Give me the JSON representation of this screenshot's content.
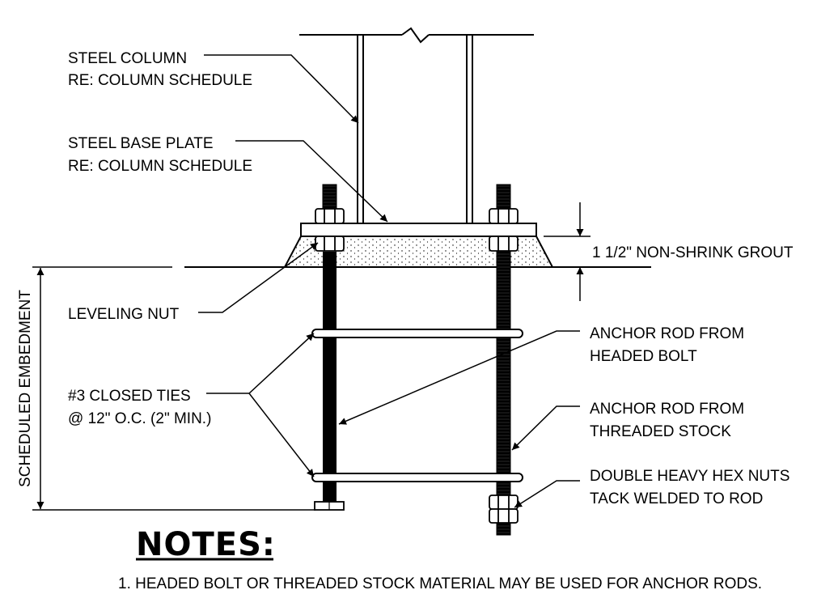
{
  "labels": {
    "steel_column": [
      "STEEL COLUMN",
      "RE: COLUMN SCHEDULE"
    ],
    "base_plate": [
      "STEEL BASE PLATE",
      "RE: COLUMN SCHEDULE"
    ],
    "grout": "1 1/2\" NON-SHRINK GROUT",
    "leveling_nut": "LEVELING NUT",
    "embedment": "SCHEDULED EMBEDMENT",
    "closed_ties": [
      "#3 CLOSED TIES",
      "@ 12\" O.C. (2\" MIN.)"
    ],
    "anchor_headed": [
      "ANCHOR ROD FROM",
      "HEADED BOLT"
    ],
    "anchor_threaded": [
      "ANCHOR ROD FROM",
      "THREADED STOCK"
    ],
    "hex_nuts": [
      "DOUBLE HEAVY HEX NUTS",
      "TACK WELDED TO ROD"
    ]
  },
  "notes": {
    "title": "NOTES:",
    "items": [
      "1.  HEADED BOLT  OR THREADED STOCK MATERIAL MAY BE USED FOR ANCHOR RODS."
    ]
  },
  "colors": {
    "line": "#000000",
    "background": "#ffffff"
  }
}
